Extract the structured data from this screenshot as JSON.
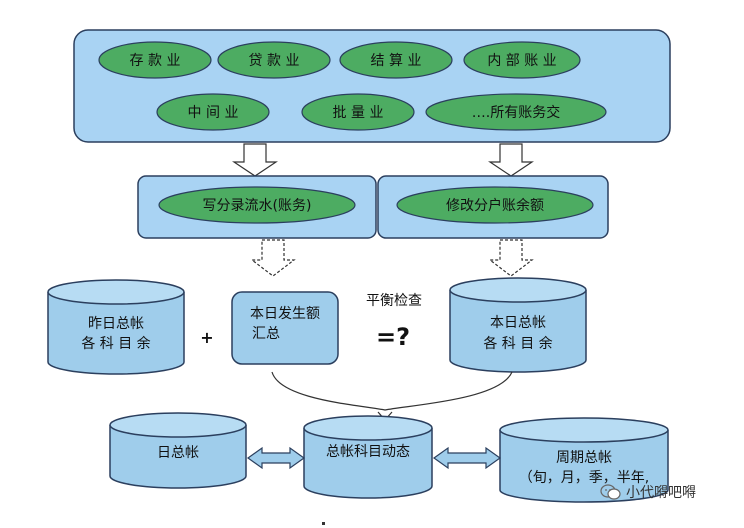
{
  "business_types": {
    "row1": [
      "存 款 业",
      "贷 款 业",
      "结 算 业",
      "内 部 账 业"
    ],
    "row2": [
      "中 间 业",
      "批 量 业",
      "….所有账务交"
    ]
  },
  "processing": {
    "left": "写分录流水(账务)",
    "right": "修改分户账余额"
  },
  "ledgers": {
    "yesterday_line1": "昨日总帐",
    "yesterday_line2": "各 科 目 余",
    "plus": "+",
    "today_amount_line1": "本日发生额",
    "today_amount_line2": "汇总",
    "balance_check": "平衡检查",
    "equals": "=?",
    "today_total_line1": "本日总帐",
    "today_total_line2": "各 科 目 余"
  },
  "bottom": {
    "daily": "日总帐",
    "dynamic": "总帐科目动态",
    "periodic_line1": "周期总帐",
    "periodic_line2": "（旬，月，季，半年,"
  },
  "watermark": "小代嘚吧嘚",
  "colors": {
    "panel_fill": "#a9d3f3",
    "panel_stroke": "#2b3f5e",
    "oval_fill": "#4dac62",
    "cyl_fill": "#9fcdeb",
    "arrow_fill": "#ffffff"
  }
}
